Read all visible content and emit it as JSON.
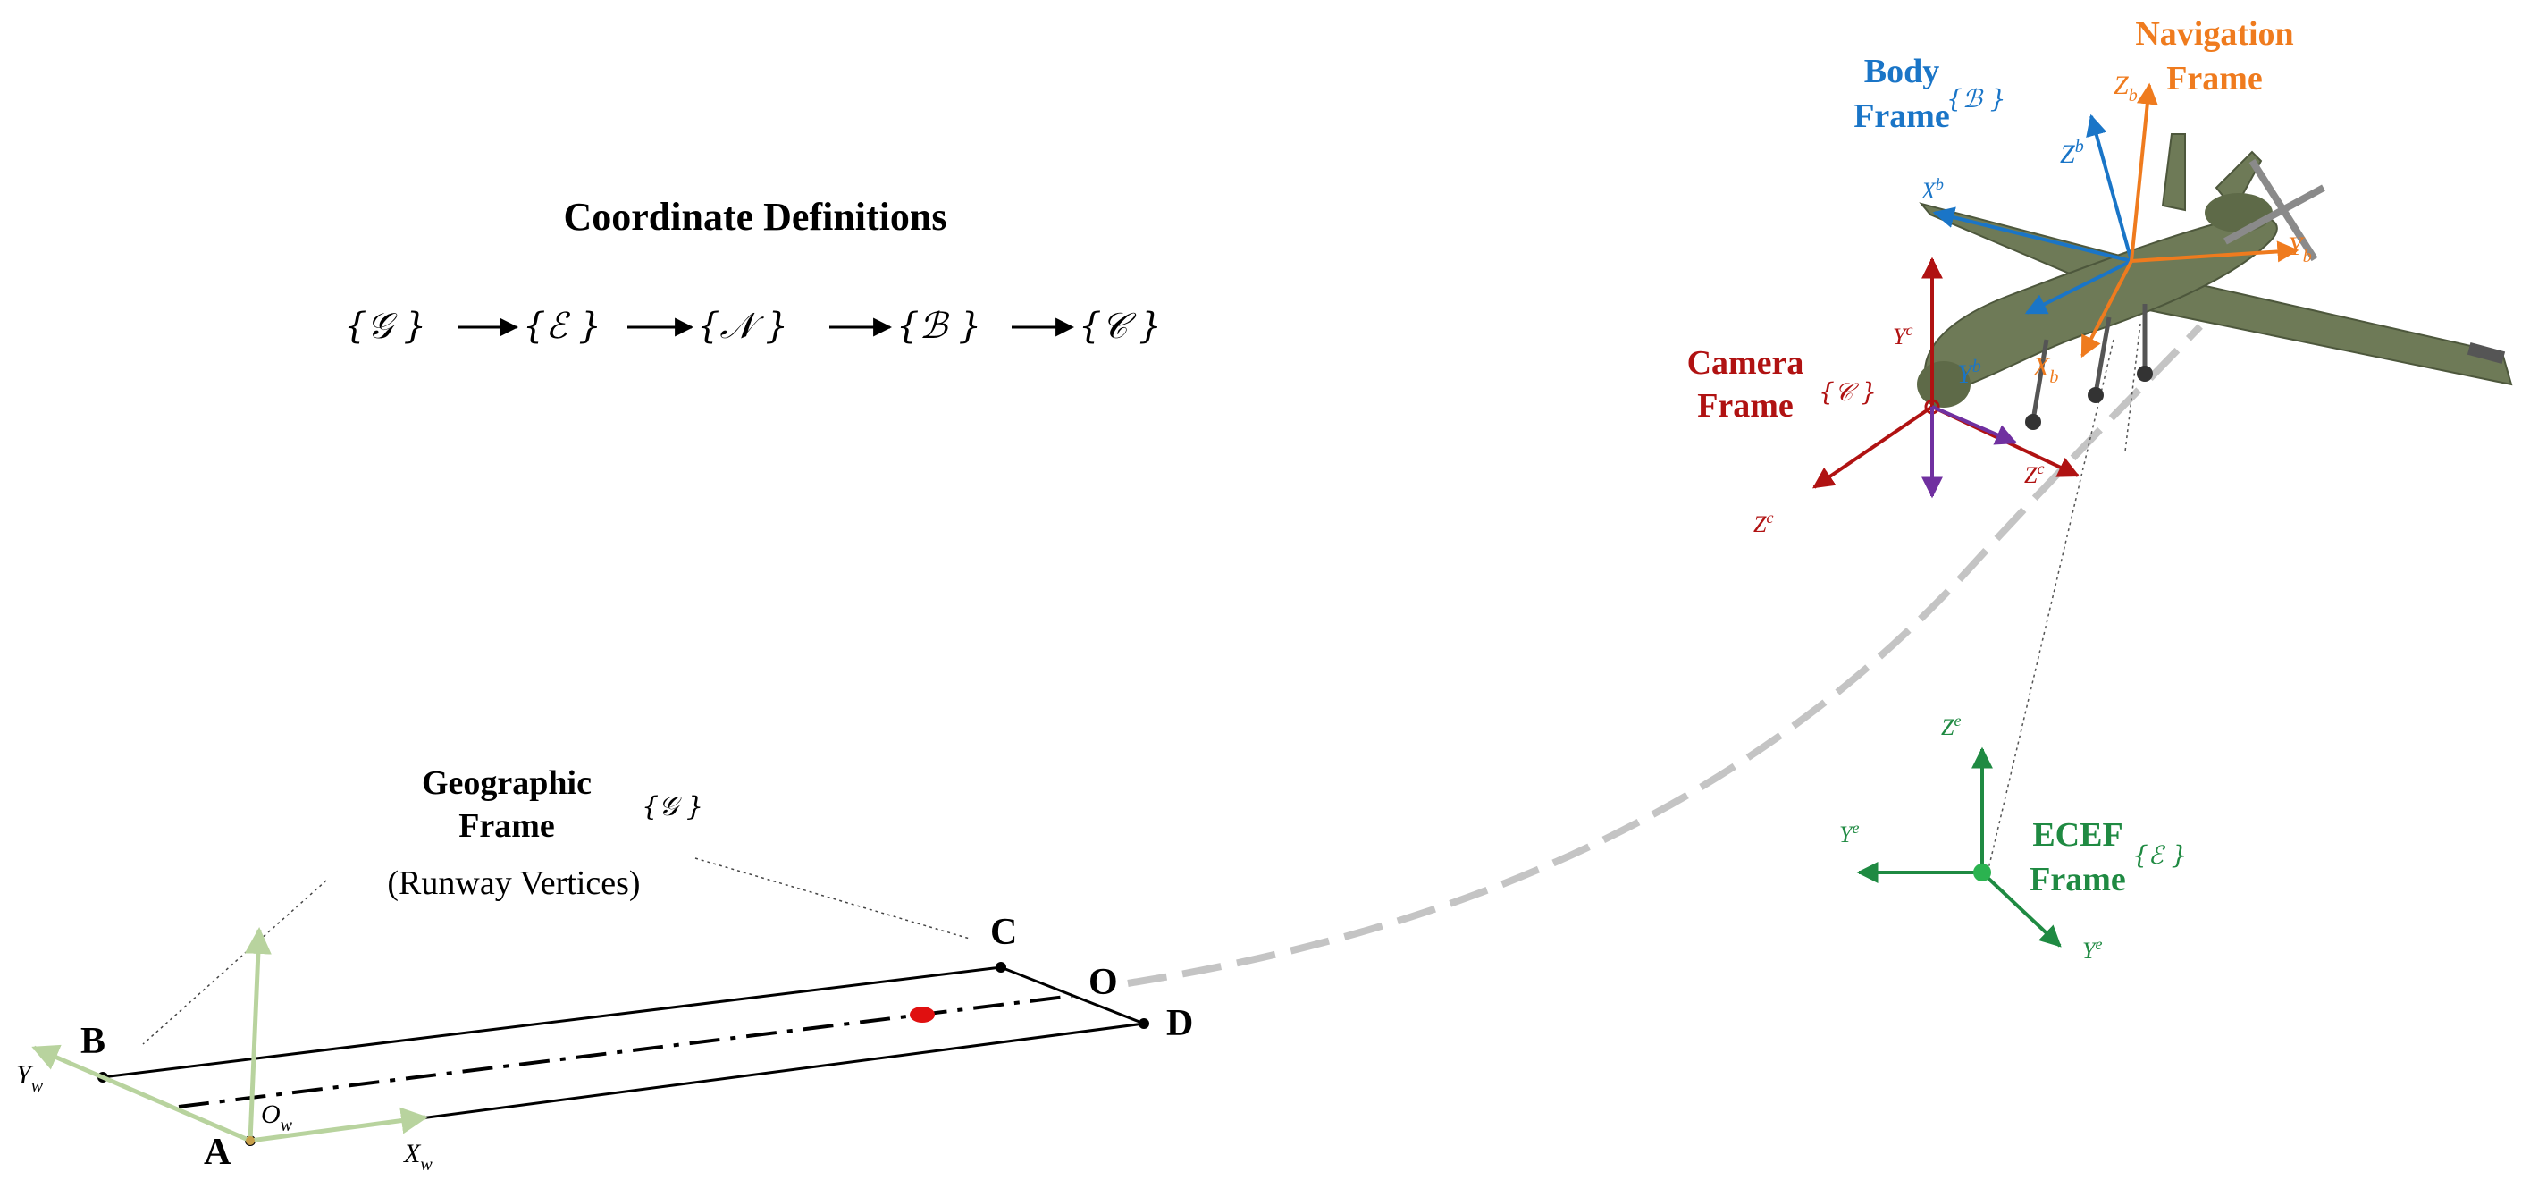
{
  "title": "Coordinate Definitions",
  "chain": {
    "items": [
      "{𝒢 }",
      "{ℰ }",
      "{𝒩 }",
      "{ℬ }",
      "{𝒞 }"
    ]
  },
  "geographic": {
    "line1": "Geographic",
    "line2": "Frame",
    "symbol": "{𝒢 }",
    "subtitle": "(Runway Vertices)"
  },
  "runway": {
    "vertices": {
      "a": "A",
      "b": "B",
      "c": "C",
      "d": "D",
      "o": "O"
    },
    "axis_x": "X",
    "axis_y": "Y",
    "origin": "O",
    "subscript": "w"
  },
  "frames": {
    "body": {
      "line1": "Body",
      "line2": "Frame",
      "symbol": "{ℬ }",
      "z": "Z",
      "x": "X",
      "y": "Y",
      "sup": "b"
    },
    "navigation": {
      "line1": "Navigation",
      "line2": "Frame",
      "z": "Z",
      "y": "Y",
      "x": "X",
      "sub": "b"
    },
    "camera": {
      "line1": "Camera",
      "line2": "Frame",
      "symbol": "{𝒞 }",
      "y": "Y",
      "z": "Z",
      "z2": "Z",
      "sup": "c"
    },
    "ecef": {
      "line1": "ECEF",
      "line2": "Frame",
      "symbol": "{ℰ }",
      "z": "Z",
      "y": "Y",
      "y2": "Y",
      "sup": "e"
    }
  },
  "colors": {
    "black": "#000000",
    "body": "#1a75c7",
    "navigation": "#ef7b1e",
    "camera": "#b01212",
    "ecef": "#1f8a42",
    "world_axes": "#b8d39e",
    "trajectory": "#c4c4c4",
    "center_dot": "#e01010",
    "purple": "#7030a0",
    "aircraft": "#6e7a57",
    "aircraft_dark": "#4d573c"
  }
}
